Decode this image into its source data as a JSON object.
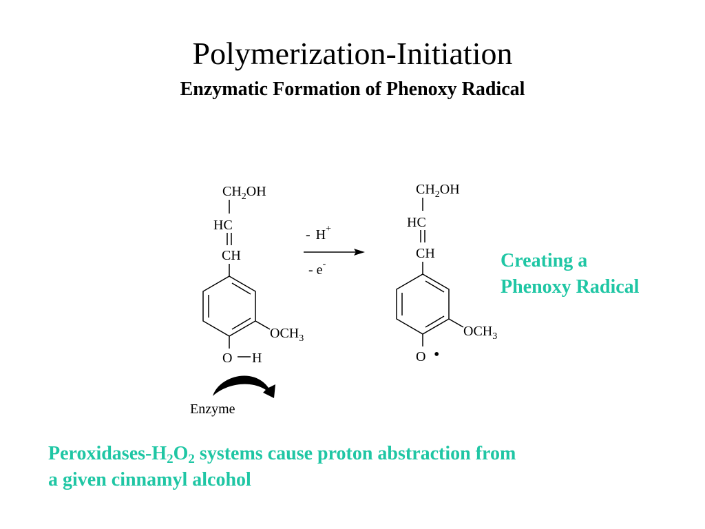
{
  "slide": {
    "title": "Polymerization-Initiation",
    "subtitle": "Enzymatic Formation of Phenoxy Radical",
    "side_note": [
      "Creating a",
      "Phenoxy Radical"
    ],
    "caption": {
      "part1": "Peroxidases-H",
      "sub1": "2",
      "part2": "O",
      "sub2": "2",
      "part3": " systems cause proton abstraction from",
      "line2": "a given cinnamyl alcohol"
    },
    "accent_color": "#1fc6a4"
  },
  "reactant": {
    "ch2oh": {
      "a": "CH",
      "sub": "2",
      "b": "OH"
    },
    "hc": "HC",
    "ch": "CH",
    "och3": {
      "a": "OCH",
      "sub": "3"
    },
    "o": "O",
    "h": "H",
    "enzyme": "Enzyme"
  },
  "arrow": {
    "top": {
      "sign": "-",
      "species": "H",
      "charge": "+"
    },
    "bottom": {
      "sign": "-",
      "species": "e",
      "charge": "-"
    }
  },
  "product": {
    "ch2oh": {
      "a": "CH",
      "sub": "2",
      "b": "OH"
    },
    "hc": "HC",
    "ch": "CH",
    "och3": {
      "a": "OCH",
      "sub": "3"
    },
    "o": "O",
    "radical": "•"
  }
}
